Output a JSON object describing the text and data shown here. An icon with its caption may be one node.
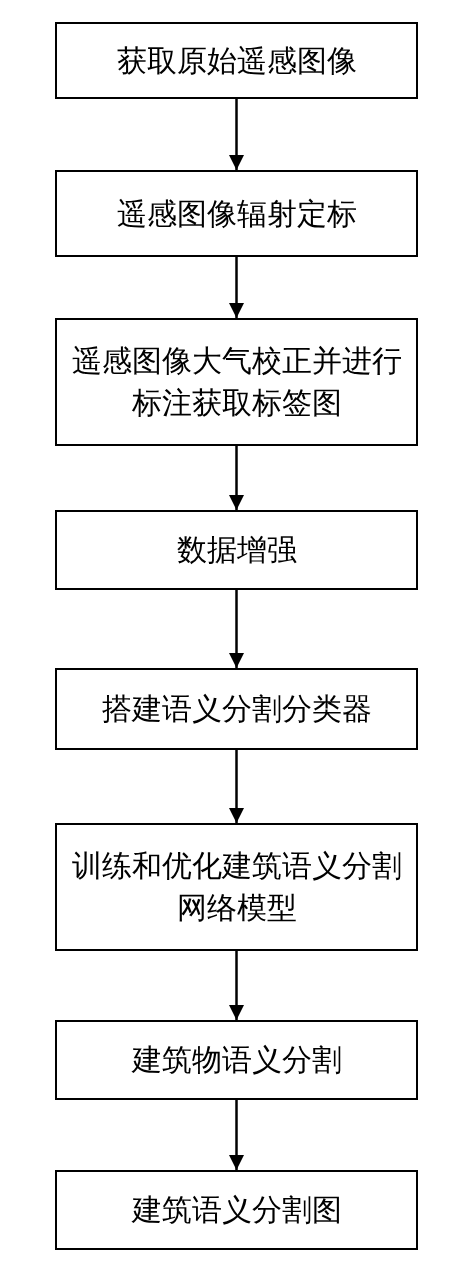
{
  "diagram": {
    "nodes": [
      {
        "text": [
          "获取原始遥感图像"
        ]
      },
      {
        "text": [
          "遥感图像辐射定标"
        ]
      },
      {
        "text": [
          "遥感图像大气校正并进行标注获取标签图"
        ]
      },
      {
        "text": [
          "数据增强"
        ]
      },
      {
        "text": [
          "搭建语义分割分类器"
        ]
      },
      {
        "text": [
          "训练和优化建筑语义分割网络模型"
        ]
      },
      {
        "text": [
          "建筑物语义分割"
        ]
      },
      {
        "text": [
          "建筑语义分割图"
        ]
      }
    ],
    "edges": [
      {
        "from": 0,
        "to": 1,
        "arrow": "to"
      },
      {
        "from": 1,
        "to": 2,
        "arrow": "to"
      },
      {
        "from": 2,
        "to": 3,
        "arrow": "to"
      },
      {
        "from": 3,
        "to": 4,
        "arrow": "to"
      },
      {
        "from": 4,
        "to": 5,
        "arrow": "to"
      },
      {
        "from": 5,
        "to": 6,
        "arrow": "to"
      },
      {
        "from": 6,
        "to": 7,
        "arrow": "to"
      }
    ]
  }
}
